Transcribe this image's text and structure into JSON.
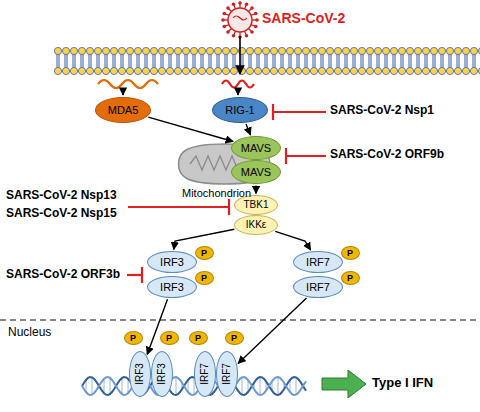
{
  "diagram": {
    "nodes": [
      {
        "text": [
          "MDA5"
        ]
      },
      {
        "text": [
          "RIG-1"
        ]
      },
      {
        "text": [
          "MAVS"
        ]
      },
      {
        "text": [
          "MAVS"
        ]
      },
      {
        "text": [
          "TBK1"
        ]
      },
      {
        "text": [
          "IKKε"
        ]
      },
      {
        "text": [
          "IRF3"
        ]
      },
      {
        "text": [
          "P"
        ]
      },
      {
        "text": [
          "IRF3"
        ]
      },
      {
        "text": [
          "P"
        ]
      },
      {
        "text": [
          "IRF7"
        ]
      },
      {
        "text": [
          "P"
        ]
      },
      {
        "text": [
          "IRF7"
        ]
      },
      {
        "text": [
          "P"
        ]
      },
      {
        "text": [
          "P"
        ]
      },
      {
        "text": [
          "IRF3"
        ]
      },
      {
        "text": [
          "P"
        ]
      },
      {
        "text": [
          "IRF3"
        ]
      },
      {
        "text": [
          "P"
        ]
      },
      {
        "text": [
          "IRF7"
        ]
      },
      {
        "text": [
          "P"
        ]
      },
      {
        "text": [
          "IRF7"
        ]
      }
    ],
    "edges": [
      {
        "from": 0,
        "to": 2,
        "arrow": "to"
      },
      {
        "from": 1,
        "to": 2,
        "arrow": "to"
      },
      {
        "from": 3,
        "to": 4,
        "arrow": "to"
      },
      {
        "from": 5,
        "to": 6,
        "arrow": "to"
      },
      {
        "from": 5,
        "to": 10,
        "arrow": "to"
      },
      {
        "from": 8,
        "to": 15,
        "arrow": "to"
      },
      {
        "from": 12,
        "to": 21,
        "arrow": "to"
      }
    ],
    "labels": [
      "SARS-CoV-2",
      "SARS-CoV-2 Nsp1",
      "SARS-CoV-2 ORF9b",
      "SARS-CoV-2 Nsp13",
      "SARS-CoV-2 Nsp15",
      "SARS-CoV-2 ORF3b",
      "Mitochondrion",
      "Nucleus",
      "Type I IFN"
    ]
  }
}
